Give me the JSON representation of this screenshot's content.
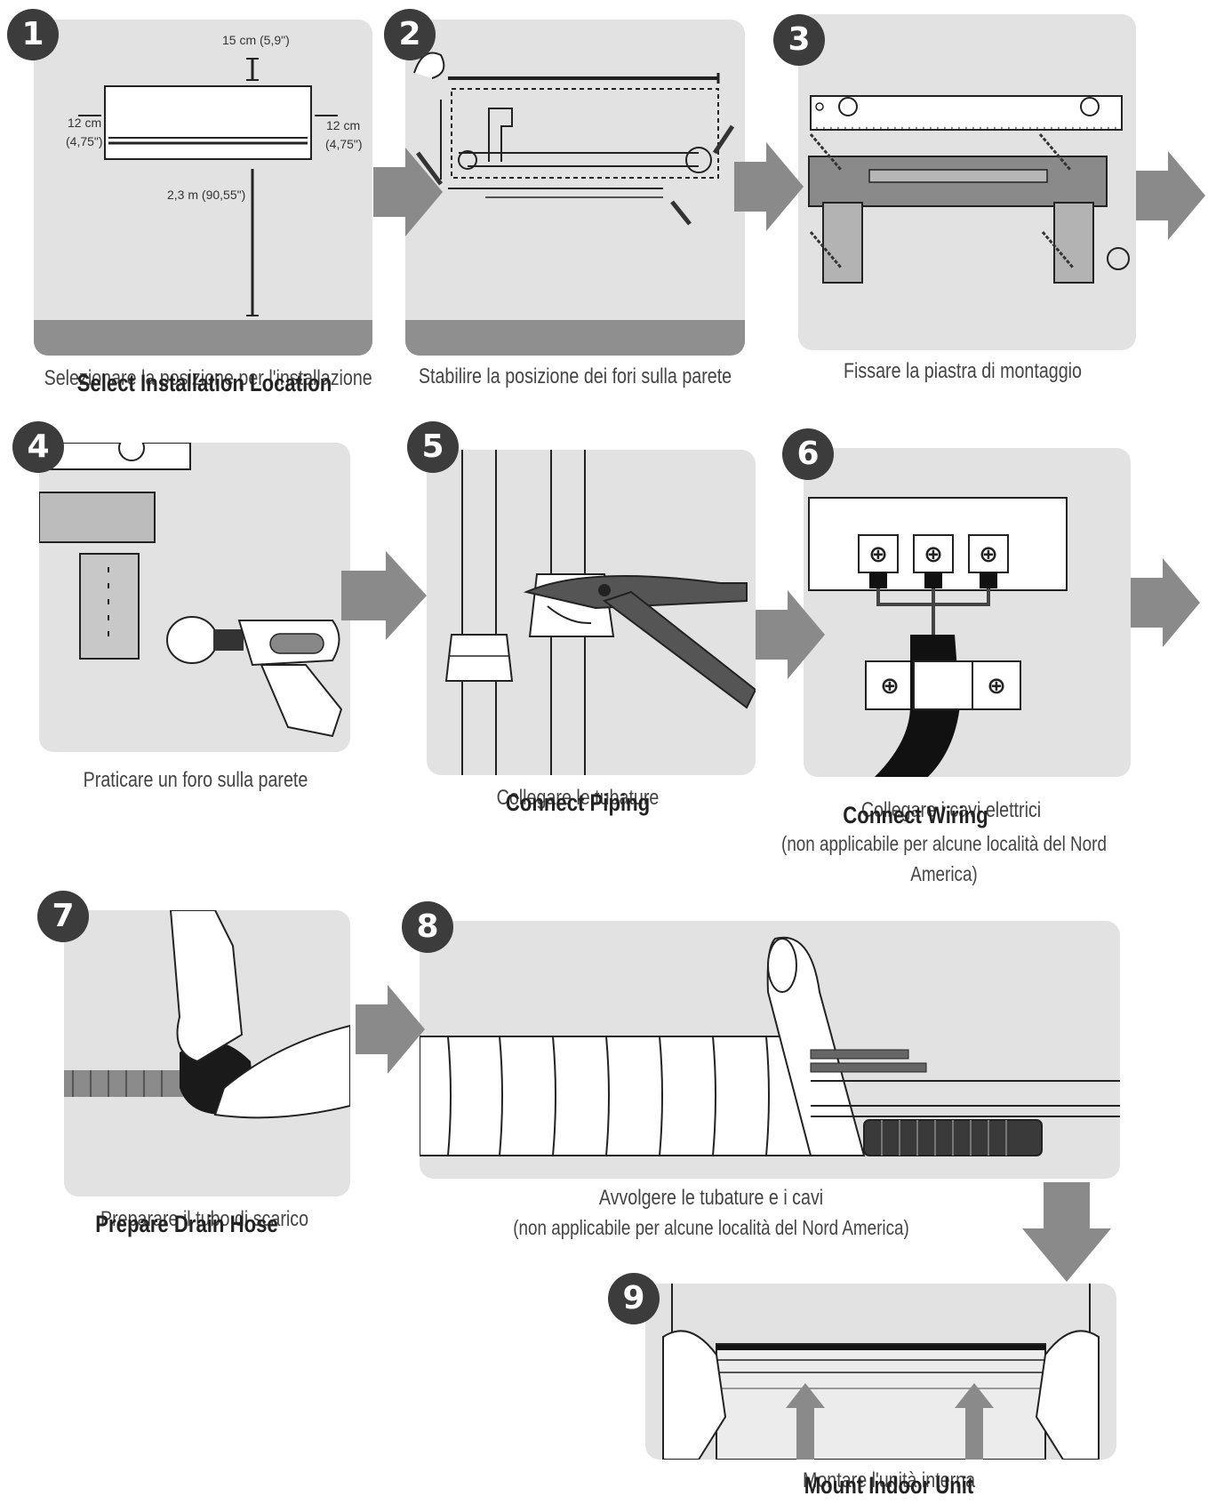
{
  "steps": [
    {
      "number": "1",
      "caption_it": "Selezionare la posizione per l'installazione",
      "caption_en": "Select Installation Location"
    },
    {
      "number": "2",
      "caption_it": "Stabilire la posizione dei fori sulla parete"
    },
    {
      "number": "3",
      "caption_it": "Fissare la piastra di montaggio"
    },
    {
      "number": "4",
      "caption_it": "Praticare un foro sulla parete"
    },
    {
      "number": "5",
      "caption_it": "Collegare le tubature",
      "caption_en": "Connect Piping"
    },
    {
      "number": "6",
      "caption_it": "Collegare i cavi elettrici",
      "caption_en": "Connect Wiring",
      "note": "(non applicabile per alcune località del Nord",
      "note2": "America)"
    },
    {
      "number": "7",
      "caption_it": "Preparare il tubo di scarico",
      "caption_en": "Prepare Drain Hose"
    },
    {
      "number": "8",
      "caption_it": "Avvolgere le tubature e i cavi",
      "note": "(non applicabile per alcune località del Nord America)"
    },
    {
      "number": "9",
      "caption_it": "Montare l'unità interna",
      "caption_en": "Mount Indoor Unit"
    }
  ],
  "dimensions": {
    "top": "15 cm (5,9\")",
    "left_a": "12 cm",
    "left_b": "(4,75\")",
    "right_a": "12 cm",
    "right_b": "(4,75\")",
    "floor": "2,3 m (90,55\")"
  },
  "colors": {
    "panel": "#e2e2e2",
    "badge": "#3c3c3c",
    "arrow": "#8a8a8a",
    "floor": "#8f8f8f"
  }
}
